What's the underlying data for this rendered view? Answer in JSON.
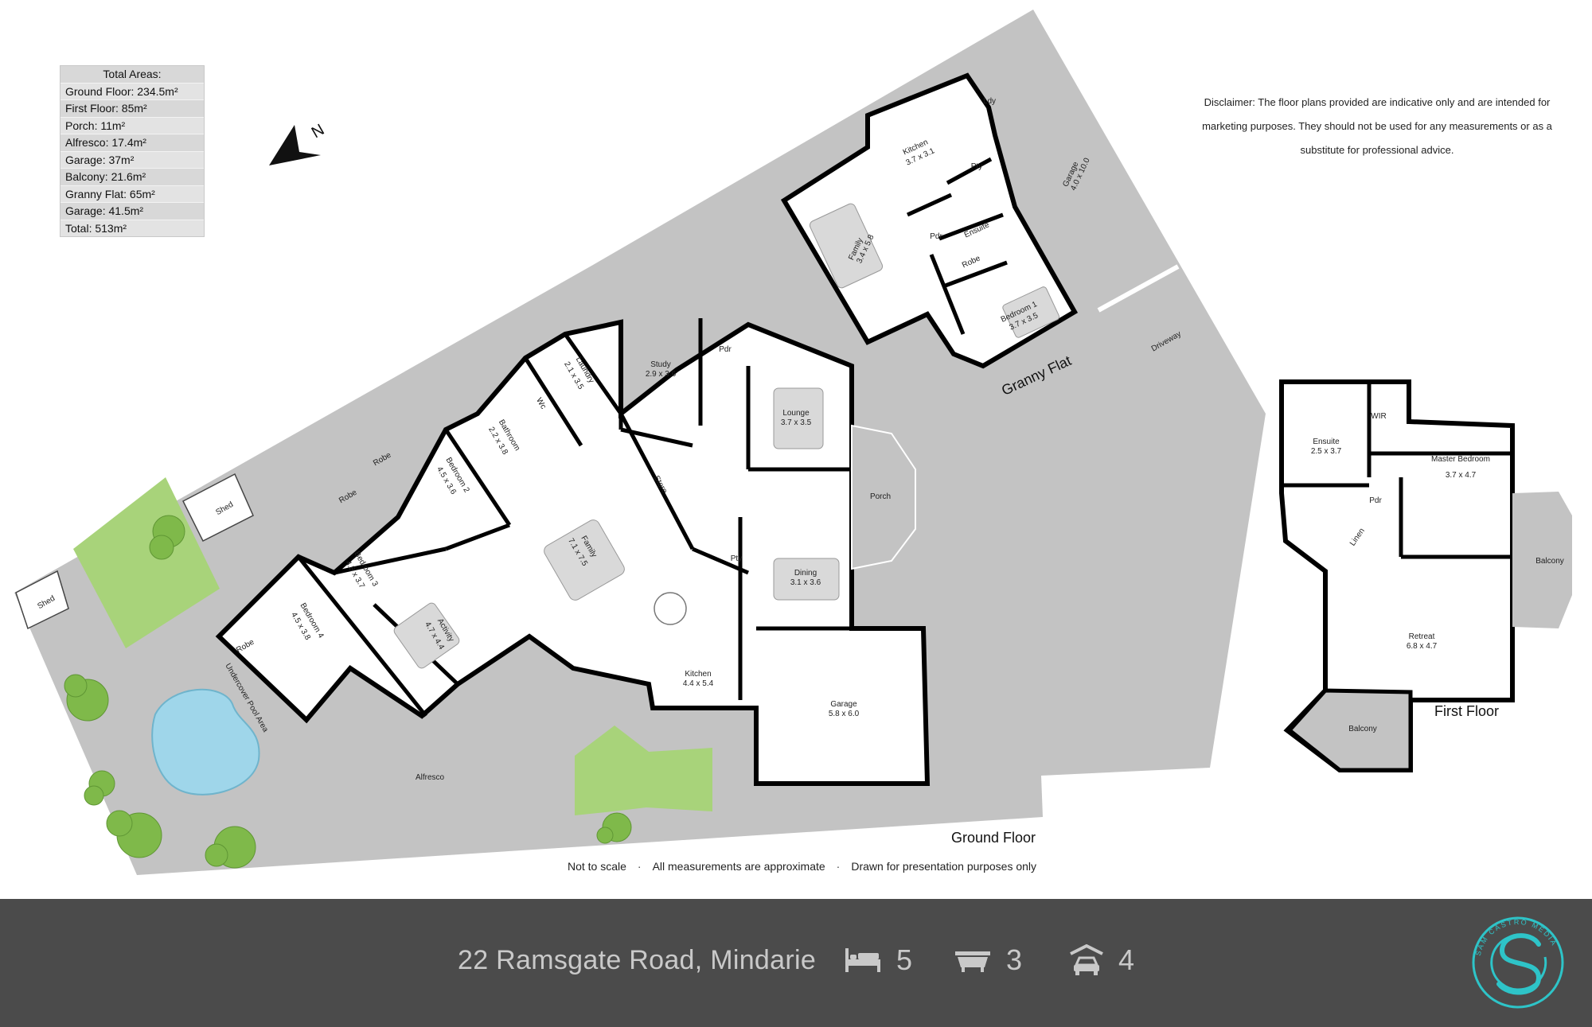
{
  "areas": {
    "heading": "Total Areas:",
    "rows": [
      "Ground Floor: 234.5m²",
      "First Floor: 85m²",
      "Porch: 11m²",
      "Alfresco: 17.4m²",
      "Garage: 37m²",
      "Balcony: 21.6m²",
      "Granny Flat: 65m²",
      "Garage: 41.5m²",
      "Total: 513m²"
    ]
  },
  "north": "N",
  "disclaimer": "Disclaimer: The floor plans provided are indicative only and are intended for marketing purposes. They should not be used for any measurements or as a substitute for professional advice.",
  "ground": {
    "title": "Ground Floor",
    "rooms": {
      "shed1": "Shed",
      "shed2": "Shed",
      "pool": "Undercover Pool Area",
      "alfresco": "Alfresco",
      "bed4": {
        "name": "Bedroom 4",
        "size": "4.5 x 3.8"
      },
      "bed3": {
        "name": "Bedroom 3",
        "size": "4.5 x 3.7"
      },
      "bed2": {
        "name": "Bedroom 2",
        "size": "4.5 x 3.6"
      },
      "robe1": "Robe",
      "robe2": "Robe",
      "robe3": "Robe",
      "activity": {
        "name": "Activity",
        "size": "4.7 x 4.4"
      },
      "bath": {
        "name": "Bathroom",
        "size": "2.2 x 3.8"
      },
      "wc": "Wc",
      "laundry": {
        "name": "Laundry",
        "size": "2.1 x 3.5"
      },
      "study": {
        "name": "Study",
        "size": "2.9 x 3.6"
      },
      "pdr": "Pdr",
      "store": "Store",
      "family": {
        "name": "Family",
        "size": "7.1 x 7.5"
      },
      "pty": "Pty",
      "kitchen": {
        "name": "Kitchen",
        "size": "4.4 x 5.4"
      },
      "lounge": {
        "name": "Lounge",
        "size": "3.7 x 3.5"
      },
      "dining": {
        "name": "Dining",
        "size": "3.1 x 3.6"
      },
      "porch": "Porch",
      "garage": {
        "name": "Garage",
        "size": "5.8 x 6.0"
      },
      "driveway": "Driveway"
    }
  },
  "granny": {
    "title": "Granny Flat",
    "rooms": {
      "ldy": "Ldy",
      "kitchen": {
        "name": "Kitchen",
        "size": "3.7 x 3.1"
      },
      "pty": "Pty",
      "family": {
        "name": "Family",
        "size": "3.4 x 5.8"
      },
      "pdr": "Pdr",
      "ensuite": "Ensuite",
      "robe": "Robe",
      "bed1": {
        "name": "Bedroom 1",
        "size": "3.7 x 3.5"
      },
      "garage": {
        "name": "Garage",
        "size": "4.0 x 10.0"
      }
    }
  },
  "first": {
    "title": "First Floor",
    "rooms": {
      "wir": "WIR",
      "ensuite": {
        "name": "Ensuite",
        "size": "2.5 x 3.7"
      },
      "master": {
        "name": "Master Bedroom",
        "size": "3.7 x 4.7"
      },
      "pdr": "Pdr",
      "linen": "Linen",
      "balcony1": "Balcony",
      "retreat": {
        "name": "Retreat",
        "size": "6.8 x 4.7"
      },
      "balcony2": "Balcony"
    }
  },
  "notes": [
    "Not to scale",
    "All measurements are approximate",
    "Drawn for presentation purposes only"
  ],
  "footer": {
    "address": "22 Ramsgate Road, Mindarie",
    "beds": "5",
    "baths": "3",
    "cars": "4",
    "bed_icon": "bed-icon",
    "bath_icon": "bathtub-icon",
    "car_icon": "car-icon",
    "brand": "SAM CASTRO MEDIA",
    "brand_color": "#2ec4c8"
  },
  "colors": {
    "lot": "#c3c3c3",
    "room": "#ffffff",
    "wall": "#000000",
    "grass": "#a8d37a",
    "pool": "#9fd6ea",
    "footer": "#4b4b4b"
  }
}
